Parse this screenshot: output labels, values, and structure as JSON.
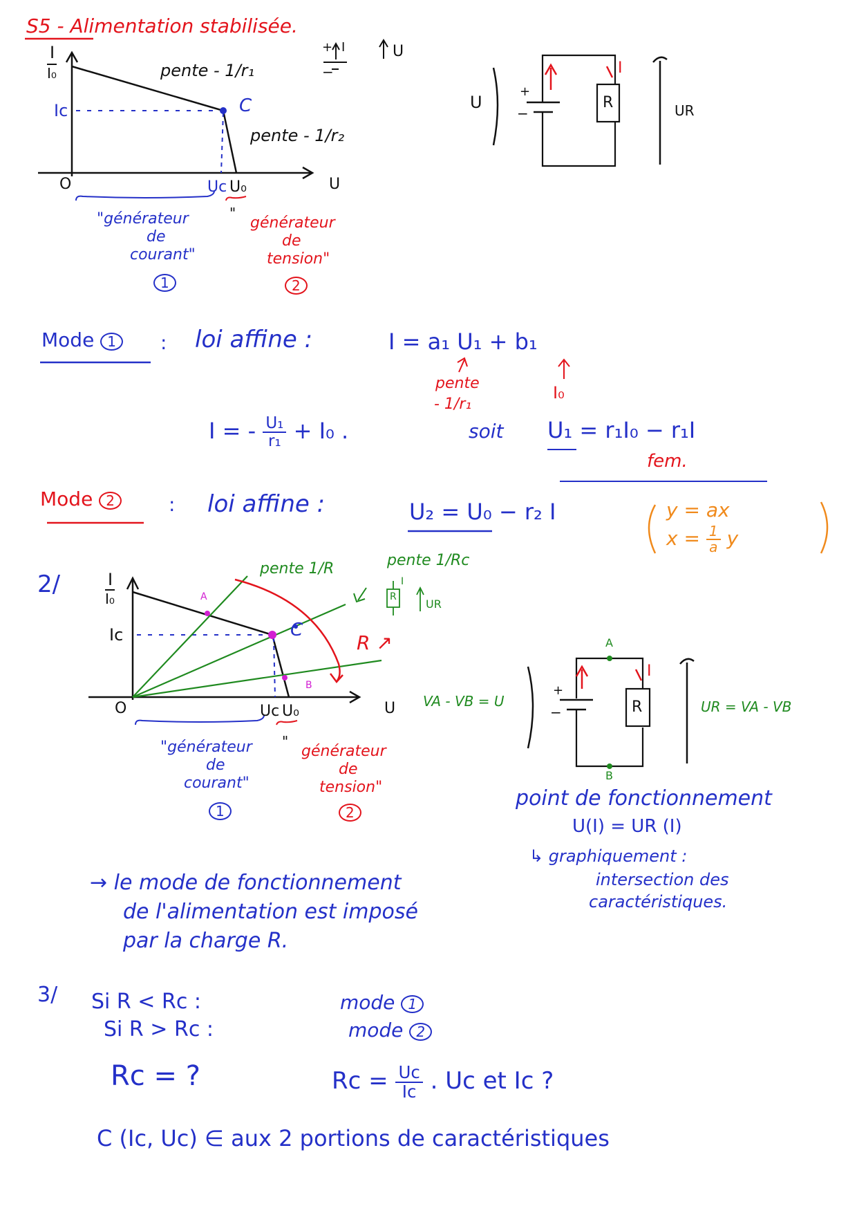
{
  "header": {
    "title": "S5 - Alimentation stabilisée."
  },
  "graph1": {
    "ylabel_num": "I",
    "ylabel_den": "I₀",
    "ic": "Ic",
    "origin": "O",
    "xlabel": "U",
    "uc": "Uc",
    "u0": "U₀",
    "point_c": "C",
    "slope1": "pente - 1/r₁",
    "slope2": "pente - 1/r₂",
    "zone1_line1": "\"générateur",
    "zone1_line2": "de",
    "zone1_line3": "courant\"",
    "zone1_num": "1",
    "zone2_mark": "\"",
    "zone2_line1": "générateur",
    "zone2_line2": "de",
    "zone2_line3": "tension\"",
    "zone2_num": "2",
    "conv_plus": "+",
    "conv_minus": "−",
    "conv_i": "I",
    "conv_u": "U"
  },
  "circuit1": {
    "u": "U",
    "plus": "+",
    "minus": "−",
    "i": "I",
    "r": "R",
    "ur": "UR"
  },
  "mode1": {
    "label": "Mode",
    "num": "1",
    "colon": ":",
    "law": "loi affine :",
    "eq": "I = a₁ U₁ + b₁",
    "ann_slope": "pente",
    "ann_slope_val": "- 1/r₁",
    "ann_i0": "I₀",
    "eq2_lhs": "I = -",
    "eq2_num": "U₁",
    "eq2_den": "r₁",
    "eq2_rhs": "+ I₀ .",
    "soit": "soit",
    "eq3": "U₁ = r₁I₀ − r₁I",
    "fem": "fem."
  },
  "mode2": {
    "label": "Mode",
    "num": "2",
    "colon": ":",
    "law": "loi affine :",
    "eq": "U₂ = U₀ − r₂ I",
    "orange1": "y = ax",
    "orange2_lhs": "x =",
    "orange2_num": "1",
    "orange2_den": "a",
    "orange2_rhs": "y"
  },
  "part2": {
    "label": "2/",
    "slope_r": "pente 1/R",
    "slope_rc": "pente 1/Rc",
    "r_arrow": "R ↗",
    "ic": "Ic",
    "origin": "O",
    "xlabel": "U",
    "uc": "Uc",
    "u0": "U₀",
    "point_c": "C",
    "ylabel_num": "I",
    "ylabel_den": "I₀",
    "mark_a": "A",
    "mark_b": "B",
    "zone1_line1": "\"générateur",
    "zone1_line2": "de",
    "zone1_line3": "courant\"",
    "zone1_num": "1",
    "zone2_mark": "\"",
    "zone2_line1": "générateur",
    "zone2_line2": "de",
    "zone2_line3": "tension\"",
    "zone2_num": "2",
    "small_r": "R",
    "small_i": "I",
    "small_ur": "UR"
  },
  "circuit2": {
    "va_vb": "VA - VB = U",
    "node_a": "A",
    "node_b": "B",
    "plus": "+",
    "minus": "−",
    "i": "I",
    "r": "R",
    "ur": "UR = VA - VB",
    "point_line1": "point de fonctionnement",
    "point_line2": "U(I) = UR (I)",
    "graph_line1": "↳ graphiquement :",
    "graph_line2": "intersection des",
    "graph_line3": "caractéristiques."
  },
  "conclusion": {
    "line1": "→ le mode de fonctionnement",
    "line2": "de l'alimentation est imposé",
    "line3": "par la charge R."
  },
  "part3": {
    "label": "3/",
    "cond1": "Si R < Rc :",
    "cond1_mode": "mode",
    "cond1_num": "1",
    "cond2": "Si R > Rc :",
    "cond2_mode": "mode",
    "cond2_num": "2",
    "rc_q": "Rc = ?",
    "rc_lhs": "Rc =",
    "rc_num": "Uc",
    "rc_den": "Ic",
    "rc_rhs": ". Uc et Ic ?",
    "c_line": "C (Ic, Uc) ∈ aux 2 portions de caractéristiques"
  },
  "colors": {
    "blue": "#2430c8",
    "red": "#e3141c",
    "green": "#1f8a1f",
    "orange": "#f08a1c",
    "magenta": "#d21fd2",
    "black": "#111111"
  }
}
